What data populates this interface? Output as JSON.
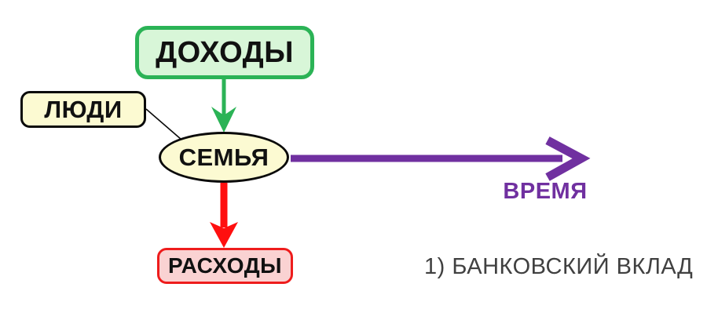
{
  "diagram": {
    "nodes": {
      "income": {
        "label": "ДОХОДЫ"
      },
      "people": {
        "label": "ЛЮДИ"
      },
      "family": {
        "label": "СЕМЬЯ"
      },
      "expenses": {
        "label": "РАСХОДЫ"
      }
    },
    "time_axis": {
      "label": "ВРЕМЯ"
    },
    "note": {
      "text": "1) БАНКОВСКИЙ ВКЛАД"
    },
    "edges": [
      {
        "from": "income",
        "to": "family",
        "style": "green-arrow"
      },
      {
        "from": "family",
        "to": "expenses",
        "style": "red-arrow"
      },
      {
        "from": "family",
        "to": "time",
        "style": "purple-arrow"
      },
      {
        "from": "people",
        "to": "family",
        "style": "thin-line"
      }
    ],
    "colors": {
      "income_fill": "#d8f6d8",
      "income_border": "#2bb356",
      "yellow_fill": "#fcfad2",
      "black_border": "#0a0a0a",
      "expenses_fill": "#fad2d2",
      "expenses_border": "#ee1c1c",
      "arrow_green": "#2bb356",
      "arrow_red": "#ff0f0f",
      "arrow_purple": "#7030a0",
      "note_text_color": "#404040"
    }
  }
}
